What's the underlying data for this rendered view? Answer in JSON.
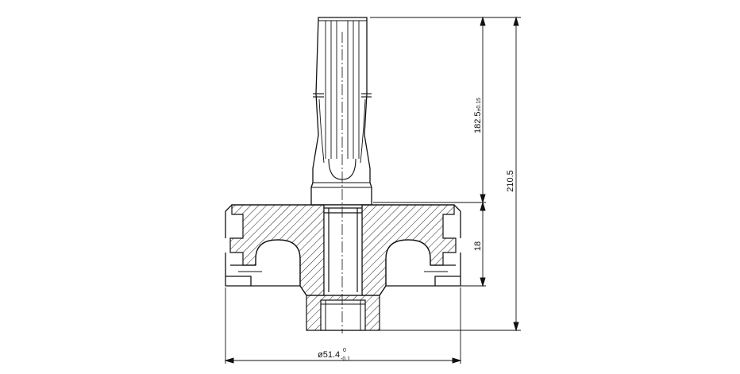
{
  "drawing": {
    "background": "#ffffff",
    "line_color": "#111111",
    "hatch_color": "#222222",
    "dimensions": {
      "shaft_height": {
        "value": "182.5",
        "tolerance": "±0.15"
      },
      "total_height": {
        "value": "210.5"
      },
      "flange_height": {
        "value": "18"
      },
      "base_diameter": {
        "symbol": "ø",
        "value": "51.4",
        "tol_upper": "0",
        "tol_lower": "-0.1"
      }
    }
  }
}
